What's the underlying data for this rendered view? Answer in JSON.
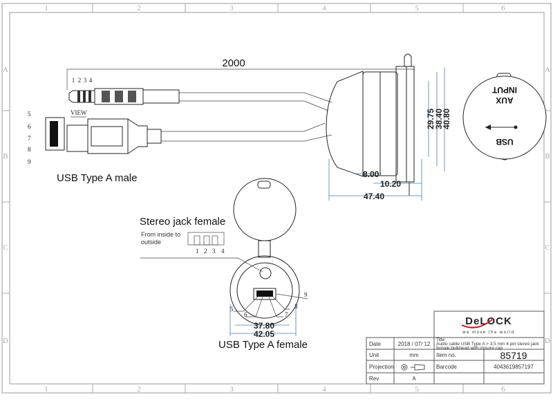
{
  "grid": {
    "columns": [
      "1",
      "2",
      "3",
      "4",
      "5",
      "6"
    ],
    "rows": [
      "A",
      "B",
      "C",
      "D"
    ]
  },
  "cable": {
    "length": "2000",
    "jack_pins": [
      "1",
      "2",
      "3",
      "4"
    ],
    "usb_pins": [
      "5",
      "6",
      "7",
      "8",
      "9"
    ],
    "view_label": "VIEW",
    "usb_male_label": "USB Type A male"
  },
  "bulkhead": {
    "dims_vertical": [
      "29.75",
      "38.40",
      "40.80"
    ],
    "dims_horizontal": [
      "8.00",
      "10.20",
      "47.40"
    ],
    "cap_text": [
      "INPUT",
      "AUX",
      "USB"
    ]
  },
  "front_view": {
    "stereo_label": "Stereo jack female",
    "inside_note": [
      "From inside to",
      "outside"
    ],
    "jack_pins": [
      "1",
      "2",
      "3",
      "4"
    ],
    "usb_pins": [
      "5",
      "6",
      "7",
      "8",
      "9"
    ],
    "dims": [
      "37.80",
      "42.05"
    ],
    "usb_female_label": "USB Type A female"
  },
  "title_block": {
    "logo": "DeLOCK",
    "slogan": "we move the world",
    "title_label": "Title:",
    "title_lines": [
      "Audio cable USB Type A > 3.5 mm 4 pin stereo jack",
      "female bulkhead with closure cap"
    ],
    "date_label": "Date",
    "date": "2018 / 07/ 12",
    "unit_label": "Unit",
    "unit": "mm",
    "projection_label": "Projection",
    "rev_label": "Rev",
    "rev": "A",
    "item_label": "Item no.",
    "item": "85719",
    "barcode_label": "Barcode",
    "barcode": "4043619857197",
    "logo_color": "#c0182c"
  }
}
